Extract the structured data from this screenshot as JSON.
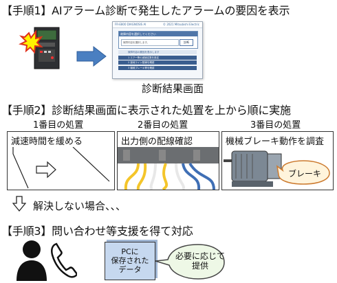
{
  "step1": {
    "heading": "【手順1】AIアラーム診断で発生したアラームの要因を表示",
    "screen": {
      "caption": "診断結果画面",
      "bar_left": "FR-E800 DIAGNOSIS AI",
      "bar_right": "© 2021 Mitsubishi Electric",
      "box_header": "故障内容を選択してください",
      "input_placeholder": "故障内容を選択します。",
      "button_label": "診断",
      "rows": [
        "故障内容の要因を表示します",
        "1 エアー等の減速定数を設定",
        "2 接地ライン配線を確認",
        "3 機械ブレーキ等を確認"
      ]
    }
  },
  "step2": {
    "heading": "【手順2】診断結果画面に表示された処置を上から順に実施",
    "measures": [
      {
        "caption": "1番目の処置",
        "title": "減速時間を緩める"
      },
      {
        "caption": "2番目の処置",
        "title": "出力側の配線確認"
      },
      {
        "caption": "3番目の処置",
        "title": "機械ブレーキ動作を調査"
      }
    ],
    "brake_label": "ブレーキ"
  },
  "unresolved": {
    "text": "解決しない場合、、、"
  },
  "step3": {
    "heading": "【手順3】問い合わせ等支援を得て対応",
    "pc_data": "PCに\n保存された\nデータ",
    "bubble": "必要に応じて\n提供"
  },
  "colors": {
    "arrow_blue": "#4a7fc1",
    "box_blue": "#c6d8ef",
    "bubble_fill": "#fff4dc",
    "bubble_stroke": "#cc7a2e",
    "bubble_green": "#eef8e6",
    "wire_yellow": "#f4c52a",
    "wire_blue": "#3f6fb5"
  }
}
